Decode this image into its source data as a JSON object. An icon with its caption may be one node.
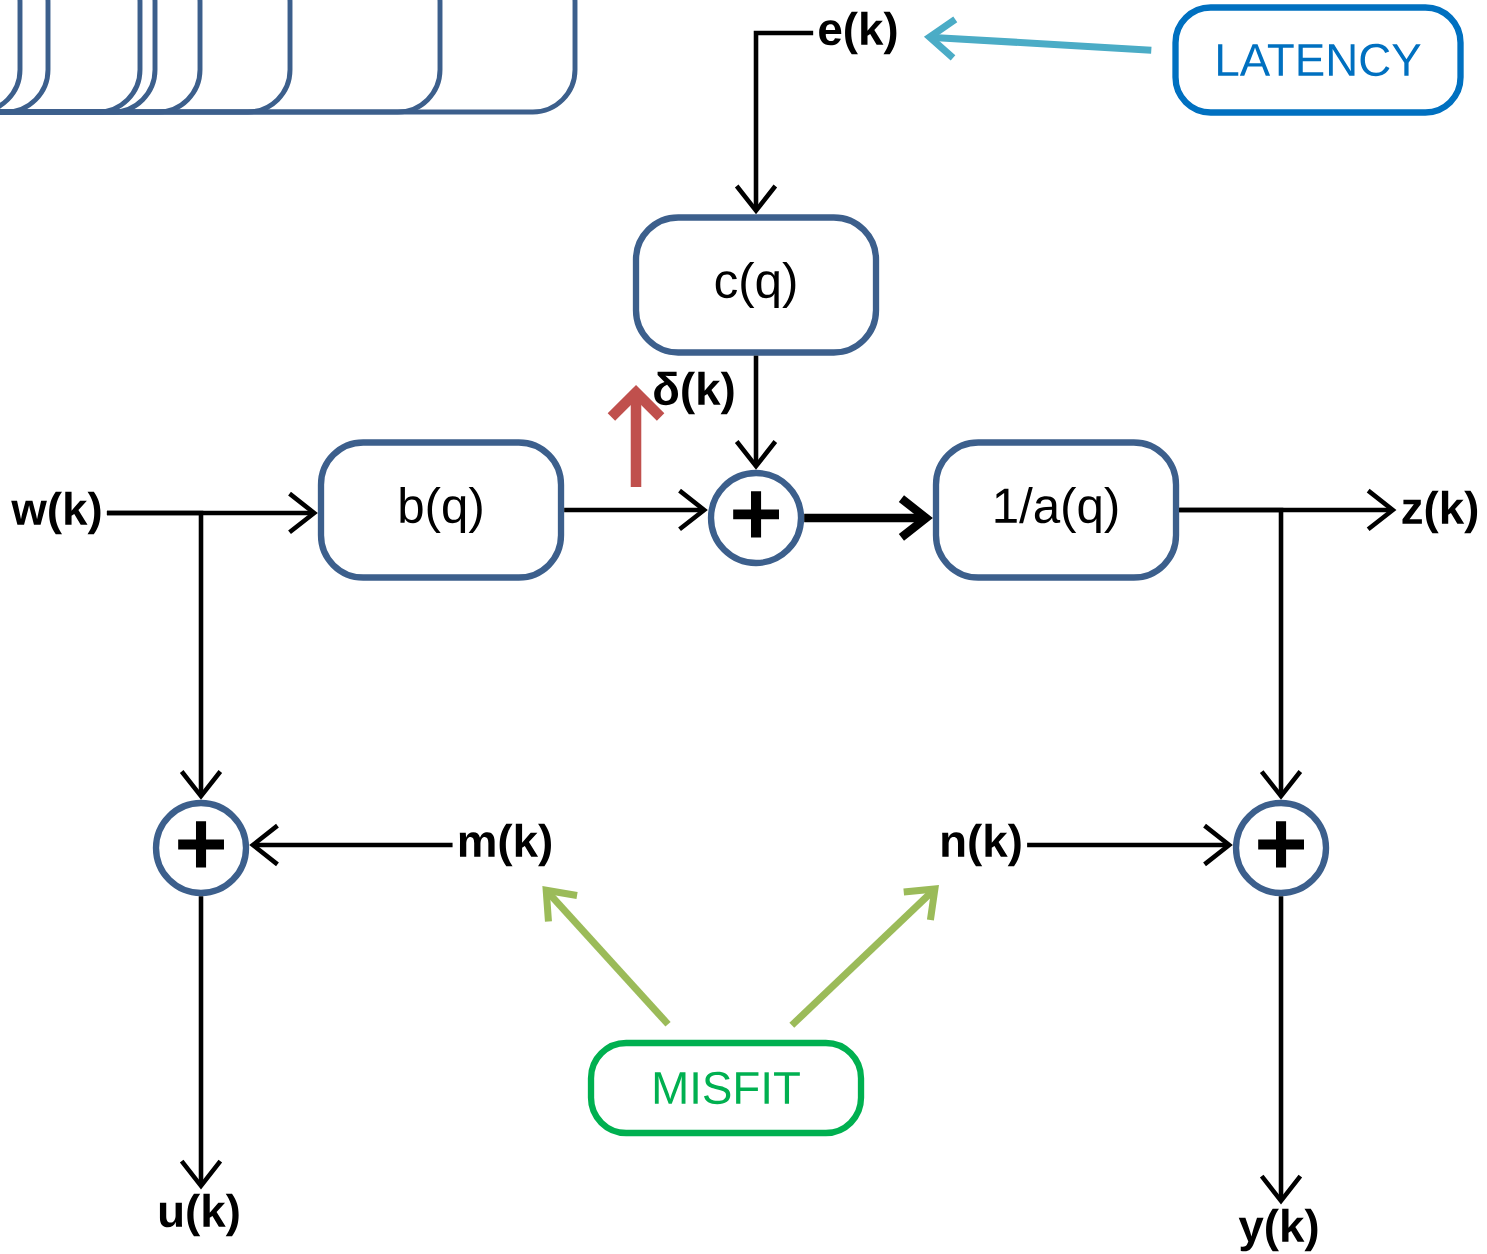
{
  "diagram": {
    "nodes": [
      {
        "text": [
          "e(k)"
        ]
      },
      {
        "text": [
          "LATENCY"
        ]
      },
      {
        "text": [
          "c(q)"
        ]
      },
      {
        "text": [
          "w(k)"
        ]
      },
      {
        "text": [
          "b(q)"
        ]
      },
      {
        "text": [
          "+"
        ]
      },
      {
        "text": [
          "1/a(q)"
        ]
      },
      {
        "text": [
          "z(k)"
        ]
      },
      {
        "text": [
          "+"
        ]
      },
      {
        "text": [
          "m(k)"
        ]
      },
      {
        "text": [
          "n(k)"
        ]
      },
      {
        "text": [
          "+"
        ]
      },
      {
        "text": [
          "MISFIT"
        ]
      },
      {
        "text": [
          "u(k)"
        ]
      },
      {
        "text": [
          "y(k)"
        ]
      }
    ],
    "edges": [
      {
        "from": 0,
        "to": 2,
        "arrow": "to"
      },
      {
        "from": 1,
        "to": 0,
        "arrow": "to",
        "color": "#4bacc6"
      },
      {
        "from": 2,
        "to": 5,
        "arrow": "to"
      },
      {
        "from": 3,
        "to": 4,
        "arrow": "to"
      },
      {
        "from": 3,
        "to": 8,
        "arrow": "to"
      },
      {
        "from": 4,
        "to": 5,
        "arrow": "to"
      },
      {
        "from": 5,
        "to": 6,
        "arrow": "to",
        "style": "thick"
      },
      {
        "from": 6,
        "to": 7,
        "arrow": "to"
      },
      {
        "from": 6,
        "to": 11,
        "arrow": "to"
      },
      {
        "from": 9,
        "to": 8,
        "arrow": "to"
      },
      {
        "from": 10,
        "to": 11,
        "arrow": "to"
      },
      {
        "from": 8,
        "to": 13,
        "arrow": "to"
      },
      {
        "from": 11,
        "to": 14,
        "arrow": "to"
      },
      {
        "from": 12,
        "to": 9,
        "arrow": "to",
        "color": "#9bbb59"
      },
      {
        "from": 12,
        "to": 10,
        "arrow": "to",
        "color": "#9bbb59"
      }
    ],
    "labels": [
      "δ(k)"
    ]
  }
}
